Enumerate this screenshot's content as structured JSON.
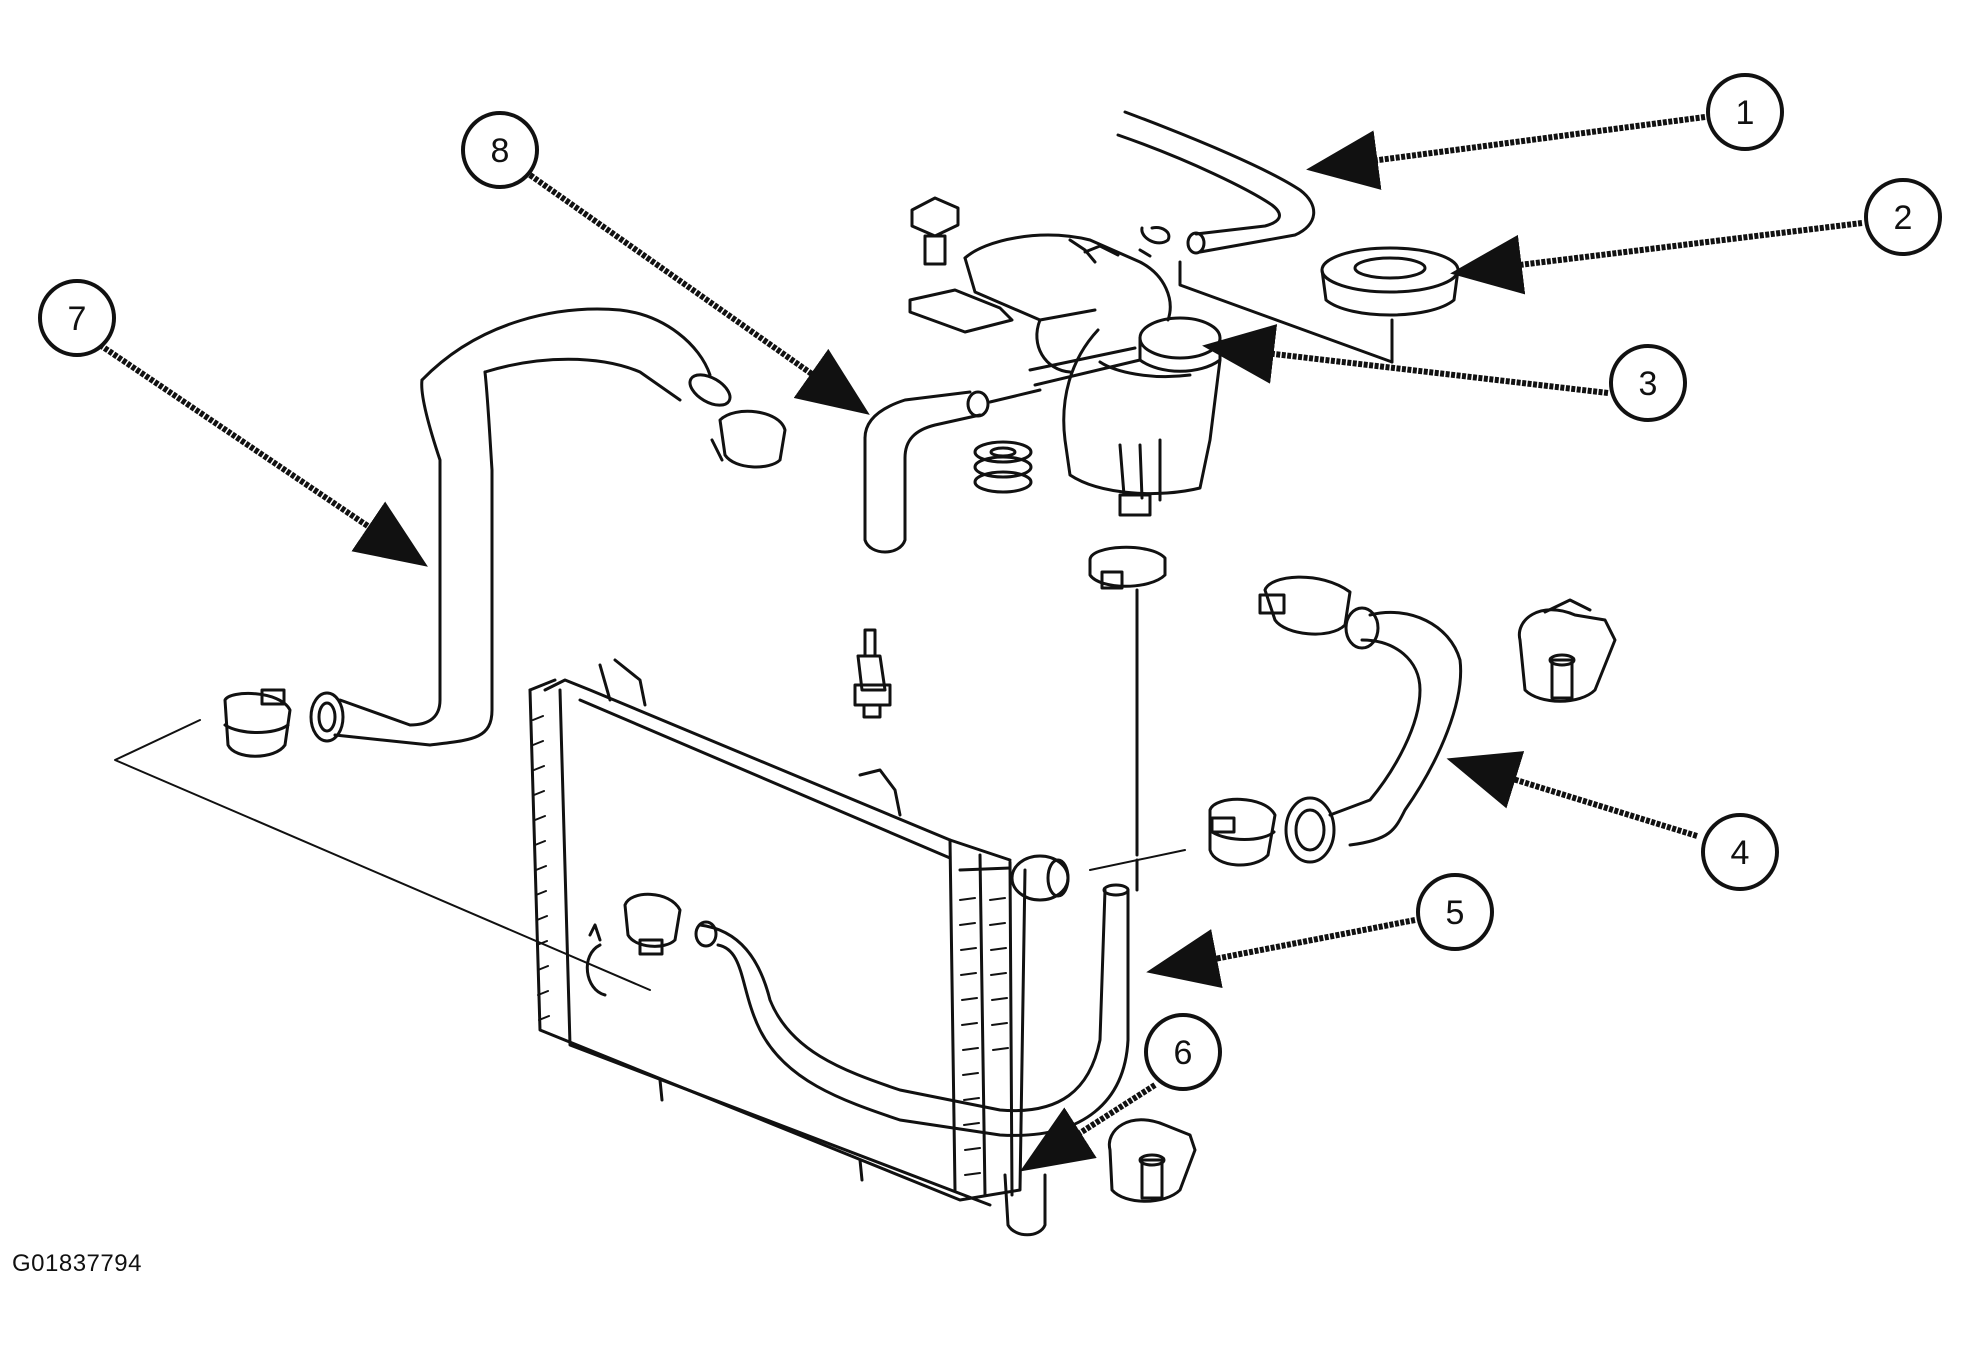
{
  "callouts": [
    "1",
    "2",
    "3",
    "4",
    "5",
    "6",
    "7",
    "8"
  ],
  "figure_id": "G01837794"
}
